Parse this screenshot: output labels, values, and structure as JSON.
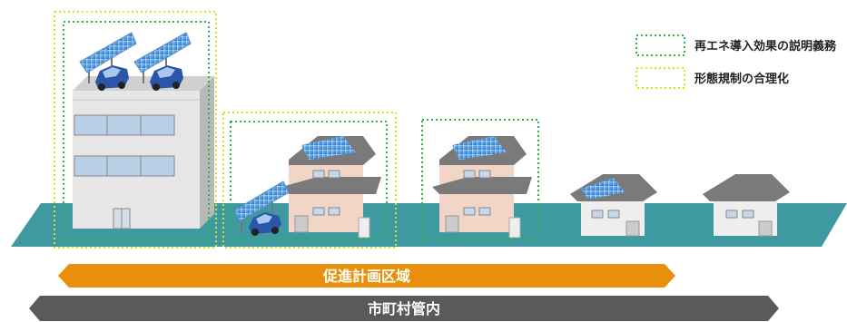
{
  "legend": {
    "items": [
      {
        "label": "再エネ導入効果の説明義務",
        "style": "dotted",
        "color": "#2bb24c"
      },
      {
        "label": "形態規制の合理化",
        "style": "dotted",
        "color": "#d8e020"
      }
    ]
  },
  "bands": {
    "promotion_zone": {
      "label": "促進計画区域",
      "color": "#e8900c"
    },
    "municipality": {
      "label": "市町村管内",
      "color": "#5a5a5a"
    }
  },
  "colors": {
    "ground": "#3e9aa0",
    "solar_panel": "#2f7fd0",
    "car": "#2a55a8",
    "roof": "#777777",
    "building_wall": "#e6e6e6",
    "house_wall": "#f1d6c8"
  },
  "icons": [
    "apartment-building",
    "house",
    "solar-panel",
    "car"
  ]
}
